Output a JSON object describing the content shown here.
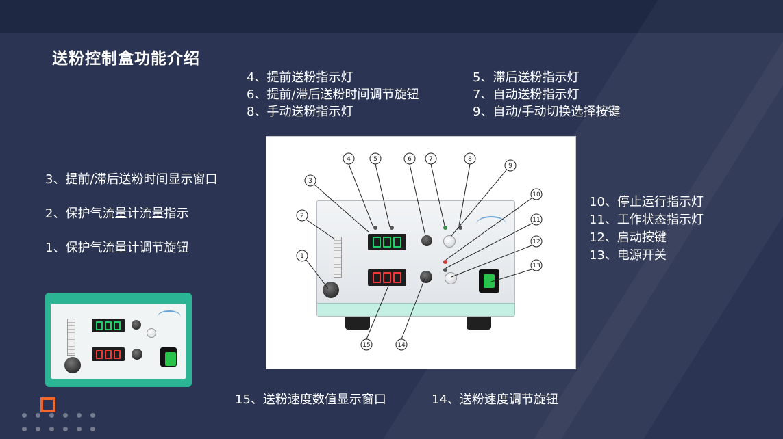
{
  "slide": {
    "title": "送粉控制盒功能介绍",
    "labels": {
      "l4": "4、提前送粉指示灯",
      "l5": "5、滞后送粉指示灯",
      "l6": "6、提前/滞后送粉时间调节旋钮",
      "l7": "7、自动送粉指示灯",
      "l8": "8、手动送粉指示灯",
      "l9": "9、自动/手动切换选择按键",
      "l3": "3、提前/滞后送粉时间显示窗口",
      "l2": "2、保护气流量计流量指示",
      "l1": "1、保护气流量计调节旋钮",
      "l10": "10、停止运行指示灯",
      "l11": "11、工作状态指示灯",
      "l12": "12、启动按键",
      "l13": "13、电源开关",
      "l15": "15、送粉速度数值显示窗口",
      "l14": "14、送粉速度调节旋钮"
    }
  },
  "callouts": [
    "1",
    "2",
    "3",
    "4",
    "5",
    "6",
    "7",
    "8",
    "9",
    "10",
    "11",
    "12",
    "13",
    "14",
    "15"
  ],
  "colors": {
    "background": "#2b3553",
    "text": "#ffffff",
    "accent": "#f2672e",
    "device_green": "#2bb594",
    "display_green": "#22d06b",
    "display_red": "#f03a3a"
  },
  "icons": {
    "logo": "orange-square-logo"
  }
}
